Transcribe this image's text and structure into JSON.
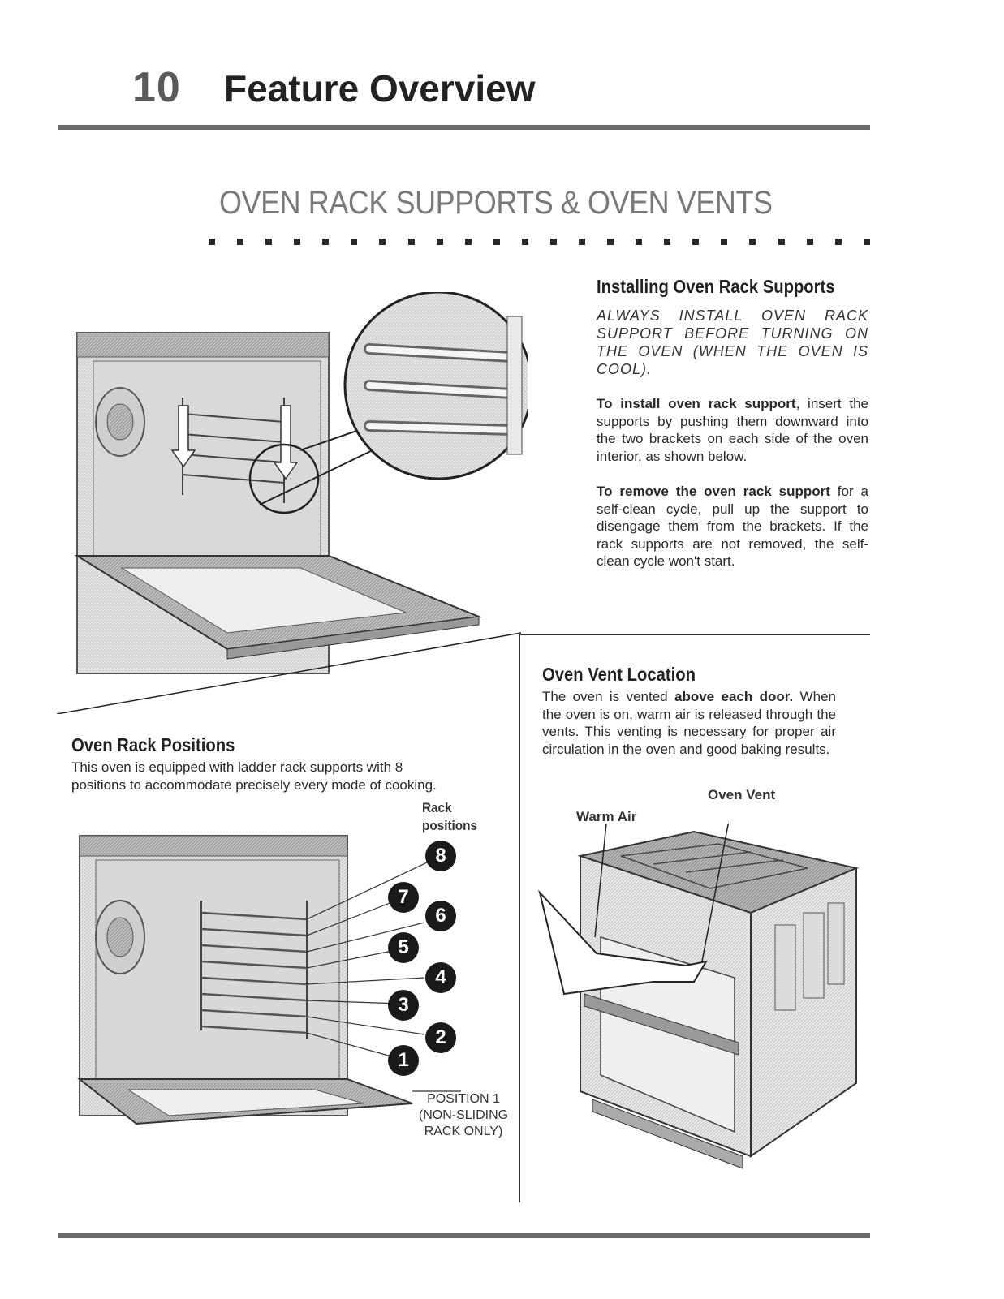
{
  "header": {
    "chapter_number": "10",
    "chapter_title": "Feature Overview"
  },
  "section": {
    "title": "OVEN RACK SUPPORTS & OVEN VENTS"
  },
  "installing": {
    "heading": "Installing Oven Rack Supports",
    "warning": "ALWAYS INSTALL OVEN RACK SUPPORT BEFORE TURNING ON THE OVEN (WHEN THE OVEN IS COOL).",
    "install_lead": "To install oven rack support",
    "install_text": ", insert the supports by pushing them downward into the two brackets on each side of the oven interior, as shown below.",
    "remove_lead": "To remove the oven rack support",
    "remove_text": " for a self-clean cycle, pull up the support to disengage them from the brackets. If the rack supports are not removed, the self-clean cycle won't start."
  },
  "rack_positions": {
    "heading": "Oven Rack Positions",
    "text": "This oven is equipped with ladder rack supports with 8 positions to accommodate precisely every mode of cooking.",
    "label": "Rack positions",
    "numbers": [
      "8",
      "7",
      "6",
      "5",
      "4",
      "3",
      "2",
      "1"
    ],
    "caption_line1": "POSITION 1",
    "caption_line2": "(NON-SLIDING",
    "caption_line3": "RACK ONLY)"
  },
  "vent": {
    "heading": "Oven Vent Location",
    "text_a": "The oven is vented ",
    "text_bold": "above each door.",
    "text_b": " When the oven is on, warm air is released through the vents. This venting is necessary for proper air circulation in the oven and good baking results.",
    "label_oven_vent": "Oven Vent",
    "label_warm_air": "Warm Air"
  }
}
